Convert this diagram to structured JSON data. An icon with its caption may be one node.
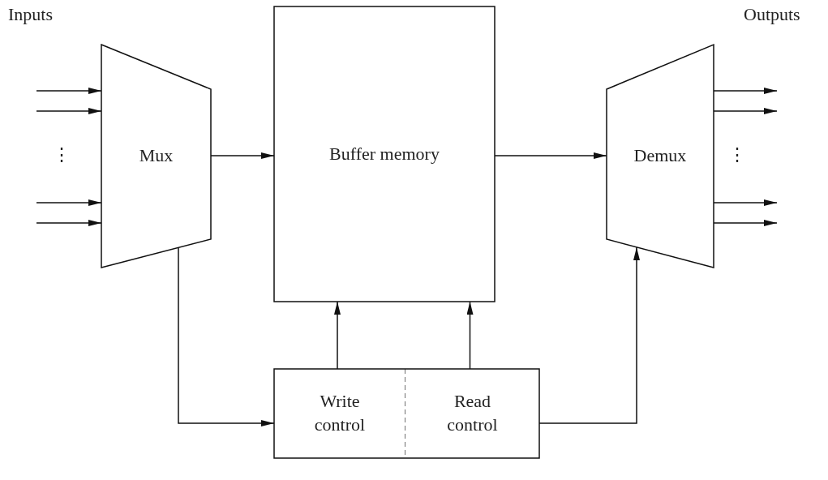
{
  "diagram": {
    "nodes": [
      {
        "text": [
          "Mux"
        ]
      },
      {
        "text": [
          "Buffer memory"
        ]
      },
      {
        "text": [
          "Demux"
        ]
      },
      {
        "text": [
          "Write control"
        ]
      },
      {
        "text": [
          "Read control"
        ]
      }
    ],
    "edges": [
      {
        "from": null,
        "to": 0,
        "arrow": "to"
      },
      {
        "from": null,
        "to": 0,
        "arrow": "to"
      },
      {
        "from": null,
        "to": 0,
        "arrow": "to"
      },
      {
        "from": null,
        "to": 0,
        "arrow": "to"
      },
      {
        "from": 0,
        "to": 1,
        "arrow": "to"
      },
      {
        "from": 1,
        "to": 2,
        "arrow": "to"
      },
      {
        "from": 2,
        "to": null,
        "arrow": "to"
      },
      {
        "from": 2,
        "to": null,
        "arrow": "to"
      },
      {
        "from": 2,
        "to": null,
        "arrow": "to"
      },
      {
        "from": 2,
        "to": null,
        "arrow": "to"
      },
      {
        "from": 0,
        "to": 3,
        "arrow": "to"
      },
      {
        "from": 3,
        "to": 1,
        "arrow": "to"
      },
      {
        "from": 4,
        "to": 1,
        "arrow": "to"
      },
      {
        "from": 4,
        "to": 2,
        "arrow": "to"
      }
    ],
    "labels": [
      "Inputs",
      "Outputs",
      "⋮",
      "⋮"
    ]
  }
}
